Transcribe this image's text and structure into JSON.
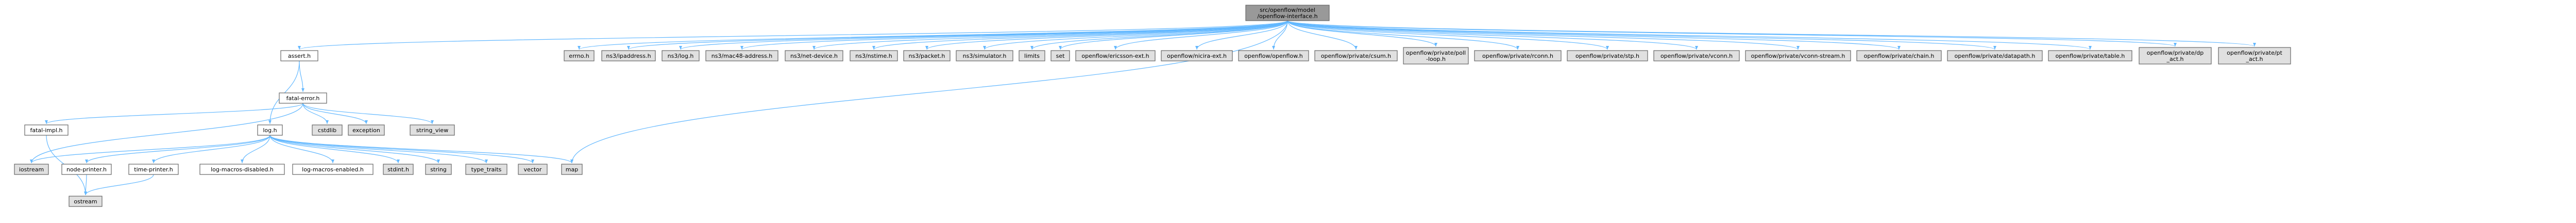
{
  "colors": {
    "root_fill": "#999999",
    "local_fill": "#ffffff",
    "system_fill": "#e0e0e0",
    "border": "#666666",
    "edge": "#63B8FF"
  },
  "nodes": {
    "root": [
      "src/openflow/model",
      "/openflow-interface.h"
    ],
    "assert_h": [
      "assert.h"
    ],
    "fatal_error_h": [
      "fatal-error.h"
    ],
    "fatal_impl_h": [
      "fatal-impl.h"
    ],
    "log_h": [
      "log.h"
    ],
    "node_printer_h": [
      "node-printer.h"
    ],
    "time_printer_h": [
      "time-printer.h"
    ],
    "log_macros_disabled_h": [
      "log-macros-disabled.h"
    ],
    "log_macros_enabled_h": [
      "log-macros-enabled.h"
    ],
    "iostream": [
      "iostream"
    ],
    "ostream": [
      "ostream"
    ],
    "cstdlib": [
      "cstdlib"
    ],
    "exception": [
      "exception"
    ],
    "string_view": [
      "string_view"
    ],
    "stdint_h": [
      "stdint.h"
    ],
    "string": [
      "string"
    ],
    "type_traits": [
      "type_traits"
    ],
    "vector": [
      "vector"
    ],
    "map": [
      "map"
    ],
    "errno_h": [
      "errno.h"
    ],
    "ns_ipaddress_h": [
      "ns3/ipaddress.h"
    ],
    "ns_log_h": [
      "ns3/log.h"
    ],
    "ns_mac48_h": [
      "ns3/mac48-address.h"
    ],
    "ns_netdevice_h": [
      "ns3/net-device.h"
    ],
    "ns_nstime_h": [
      "ns3/nstime.h"
    ],
    "ns_packet_h": [
      "ns3/packet.h"
    ],
    "ns_simulator_h": [
      "ns3/simulator.h"
    ],
    "limits": [
      "limits"
    ],
    "set": [
      "set"
    ],
    "of_ericsson_h": [
      "openflow/ericsson-ext.h"
    ],
    "of_nicira_h": [
      "openflow/nicira-ext.h"
    ],
    "of_openflow_h": [
      "openflow/openflow.h"
    ],
    "ofp_csum_h": [
      "openflow/private/csum.h"
    ],
    "ofp_poll_loop_h": [
      "openflow/private/poll",
      "-loop.h"
    ],
    "ofp_rconn_h": [
      "openflow/private/rconn.h"
    ],
    "ofp_stp_h": [
      "openflow/private/stp.h"
    ],
    "ofp_vconn_h": [
      "openflow/private/vconn.h"
    ],
    "ofp_vconn_stream_h": [
      "openflow/private/vconn-stream.h"
    ],
    "ofp_chain_h": [
      "openflow/private/chain.h"
    ],
    "ofp_datapath_h": [
      "openflow/private/datapath.h"
    ],
    "ofp_table_h": [
      "openflow/private/table.h"
    ],
    "ofp_dp_act_h": [
      "openflow/private/dp",
      "_act.h"
    ],
    "ofp_pt_act_h": [
      "openflow/private/pt",
      "_act.h"
    ]
  }
}
